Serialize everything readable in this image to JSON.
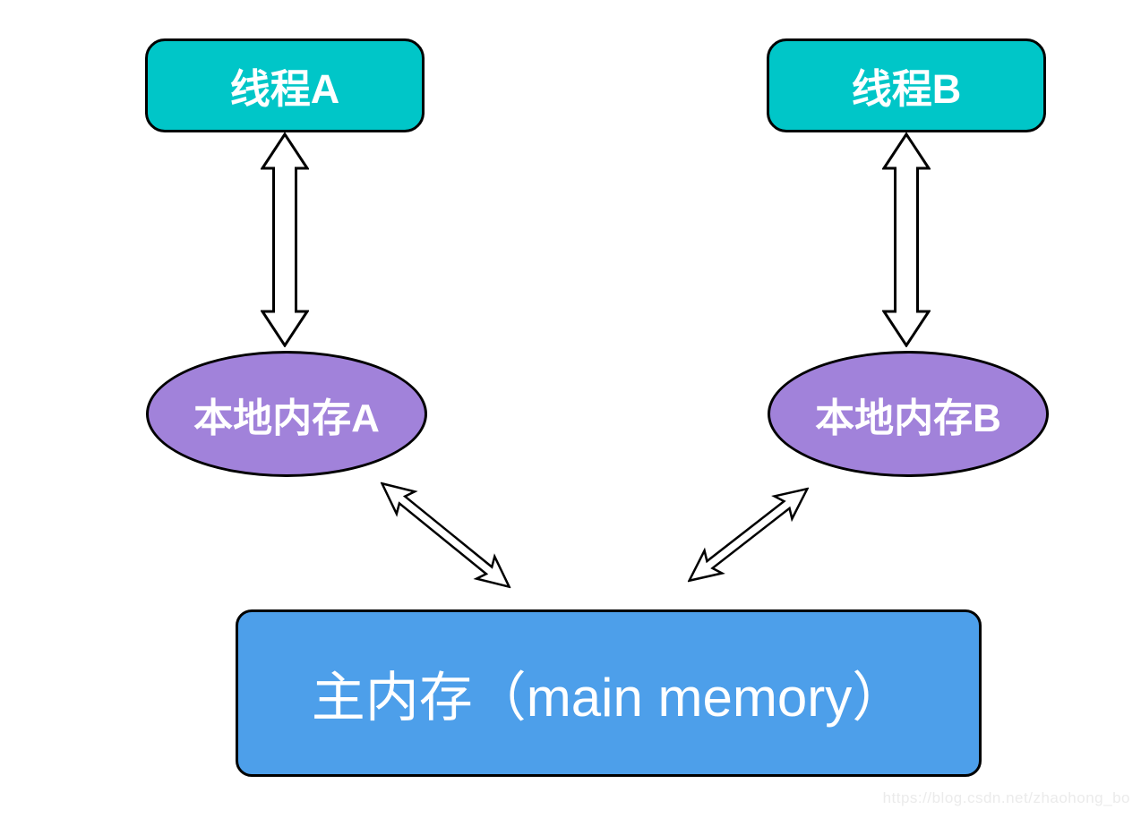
{
  "diagram": {
    "title": "JMM thread / memory interaction diagram",
    "nodes": {
      "thread_a": {
        "label": "线程A",
        "shape": "rounded-rect"
      },
      "thread_b": {
        "label": "线程B",
        "shape": "rounded-rect"
      },
      "local_memory_a": {
        "label": "本地内存A",
        "shape": "ellipse"
      },
      "local_memory_b": {
        "label": "本地内存B",
        "shape": "ellipse"
      },
      "main_memory": {
        "label": "主内存（main memory）",
        "shape": "rounded-rect"
      }
    },
    "edges": [
      {
        "from": "thread_a",
        "to": "local_memory_a",
        "type": "double-headed-arrow"
      },
      {
        "from": "thread_b",
        "to": "local_memory_b",
        "type": "double-headed-arrow"
      },
      {
        "from": "local_memory_a",
        "to": "main_memory",
        "type": "double-headed-arrow"
      },
      {
        "from": "local_memory_b",
        "to": "main_memory",
        "type": "double-headed-arrow"
      }
    ],
    "watermark": "https://blog.csdn.net/zhaohong_bo",
    "colors": {
      "bg": "#FFFFFF",
      "thread_box": "#00C6C8",
      "local_memory": "#A182DA",
      "main_memory": "#4D9FEA",
      "outline": "#000000",
      "arrow_fill": "#FFFFFF",
      "text": "#FFFFFF",
      "watermark": "#EBEBEB"
    }
  }
}
